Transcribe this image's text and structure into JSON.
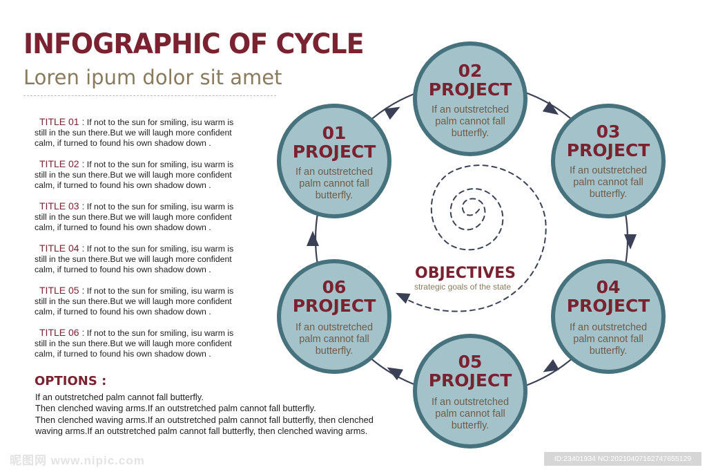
{
  "header": {
    "title": "INFOGRAPHIC OF CYCLE",
    "subtitle": "Loren ipum dolor sit amet"
  },
  "titles": [
    {
      "label": "TITLE 01 :",
      "text": " If not to the sun for smiling, isu warm is still in the sun there.But we will laugh more confident calm, if turned to found his own shadow down ."
    },
    {
      "label": "TITLE 02 :",
      "text": " If not to the sun for smiling, isu warm is still in the sun there.But we will laugh more confident calm, if turned to found his own shadow down ."
    },
    {
      "label": "TITLE 03 :",
      "text": " If not to the sun for smiling, isu warm is still in the sun there.But we will laugh more confident calm, if turned to found his own shadow down ."
    },
    {
      "label": "TITLE 04 :",
      "text": " If not to the sun for smiling, isu warm is still in the sun there.But we will laugh more confident calm, if turned to found his own shadow down ."
    },
    {
      "label": "TITLE 05 :",
      "text": " If not to the sun for smiling, isu warm is still in the sun there.But we will laugh more confident calm, if turned to found his own shadow down ."
    },
    {
      "label": "TITLE 06 :",
      "text": " If not to the sun for smiling, isu warm is still in the sun there.But we will laugh more confident calm, if turned to found his own shadow down ."
    }
  ],
  "options": {
    "title": "OPTIONS :",
    "lines": [
      "If an outstretched palm cannot fall butterfly.",
      "Then clenched waving arms.If an outstretched palm cannot fall butterfly.",
      "Then clenched waving arms.If an outstretched palm cannot fall butterfly, then clenched",
      "waving arms.If an outstretched palm cannot fall butterfly, then clenched waving arms."
    ]
  },
  "cycle": {
    "nodes": [
      {
        "number": "01",
        "label": "PROJECT",
        "desc": [
          "If an outstretched",
          "palm cannot fall",
          "butterfly."
        ]
      },
      {
        "number": "02",
        "label": "PROJECT",
        "desc": [
          "If an outstretched",
          "palm cannot fall",
          "butterfly."
        ]
      },
      {
        "number": "03",
        "label": "PROJECT",
        "desc": [
          "If an outstretched",
          "palm cannot fall",
          "butterfly."
        ]
      },
      {
        "number": "04",
        "label": "PROJECT",
        "desc": [
          "If an outstretched",
          "palm cannot fall",
          "butterfly."
        ]
      },
      {
        "number": "05",
        "label": "PROJECT",
        "desc": [
          "If an outstretched",
          "palm cannot fall",
          "butterfly."
        ]
      },
      {
        "number": "06",
        "label": "PROJECT",
        "desc": [
          "If an outstretched",
          "palm cannot fall",
          "butterfly."
        ]
      }
    ],
    "center_title": "OBJECTIVES",
    "center_subtitle": "strategic goals of the state"
  },
  "watermark": "昵图网 www.nipic.com",
  "footer_id": "ID:23401934 NO:20210407162747655129",
  "colors": {
    "accent": "#7b2230",
    "circle_fill": "#a4c2c9",
    "circle_ring": "#45727d",
    "node_text": "#6f5c48",
    "arrow": "#3a4056"
  }
}
